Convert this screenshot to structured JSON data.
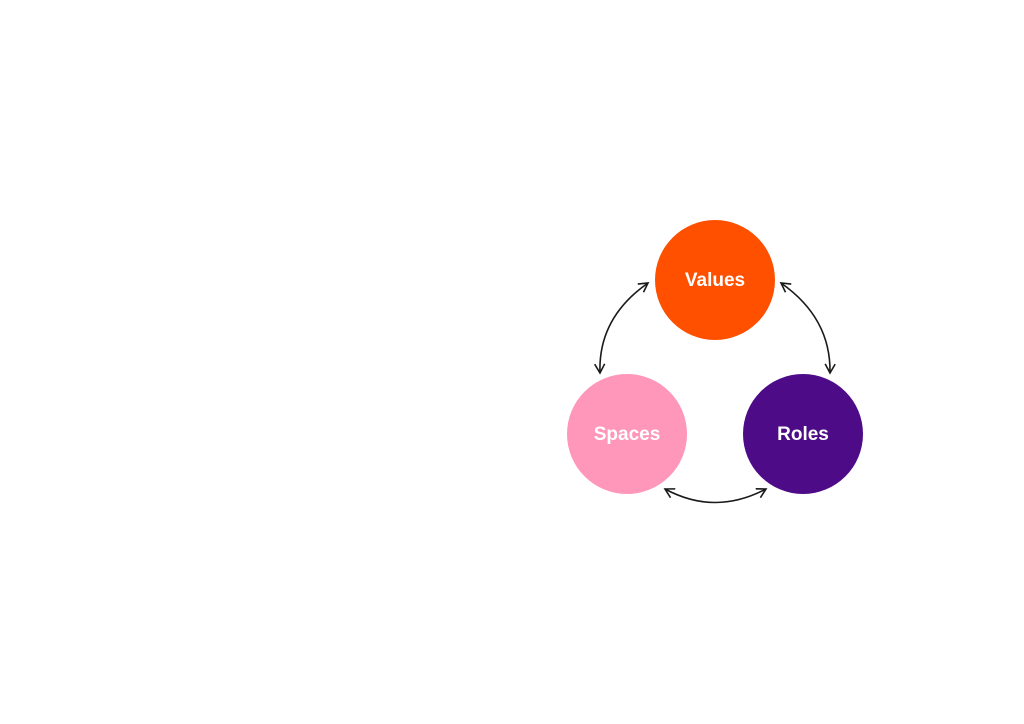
{
  "diagram": {
    "nodes": [
      {
        "label": "Values",
        "color": "#FF5000"
      },
      {
        "label": "Spaces",
        "color": "#FF97BA"
      },
      {
        "label": "Roles",
        "color": "#4E0B87"
      }
    ],
    "edges": [
      {
        "from": "Values",
        "to": "Spaces",
        "bidirectional": true
      },
      {
        "from": "Values",
        "to": "Roles",
        "bidirectional": true
      },
      {
        "from": "Spaces",
        "to": "Roles",
        "bidirectional": true
      }
    ],
    "arrow_color": "#1a1a1a"
  }
}
